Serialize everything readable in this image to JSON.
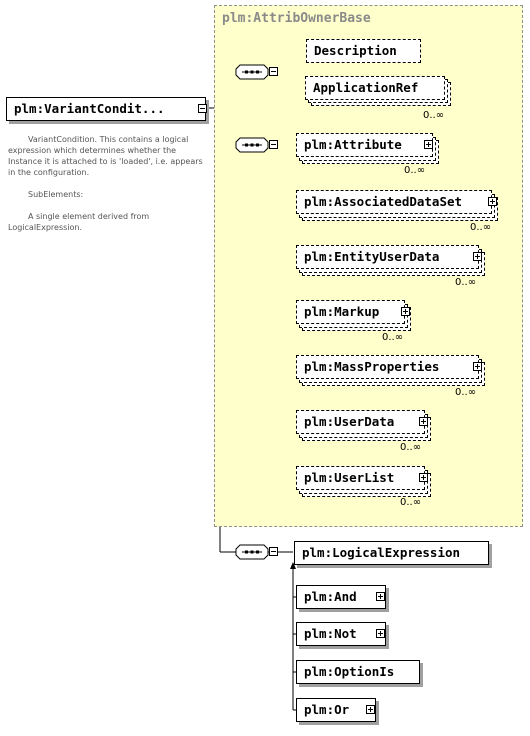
{
  "root": {
    "name": "plm:VariantCondit...",
    "description_lines": [
      "VariantCondition. This contains a logical expression which determines whether the Instance it is attached to is 'loaded', i.e. appears in the configuration.",
      "SubElements:",
      "A single element derived from LogicalExpression."
    ]
  },
  "group": {
    "title": "plm:AttribOwnerBase",
    "first_sequence": [
      {
        "name": "Description"
      },
      {
        "name": "ApplicationRef",
        "occurs": "0..∞"
      }
    ],
    "choice_items": [
      {
        "name": "plm:Attribute",
        "occurs": "0..∞"
      },
      {
        "name": "plm:AssociatedDataSet",
        "occurs": "0..∞"
      },
      {
        "name": "plm:EntityUserData",
        "occurs": "0..∞"
      },
      {
        "name": "plm:Markup",
        "occurs": "0..∞"
      },
      {
        "name": "plm:MassProperties",
        "occurs": "0..∞"
      },
      {
        "name": "plm:UserData",
        "occurs": "0..∞"
      },
      {
        "name": "plm:UserList",
        "occurs": "0..∞"
      }
    ]
  },
  "logical": {
    "name": "plm:LogicalExpression",
    "substitutes": [
      {
        "name": "plm:And"
      },
      {
        "name": "plm:Not"
      },
      {
        "name": "plm:OptionIs"
      },
      {
        "name": "plm:Or"
      }
    ]
  },
  "icons": [
    "sequence-icon",
    "expand-icon",
    "collapse-icon",
    "substitution-arrow-icon"
  ]
}
